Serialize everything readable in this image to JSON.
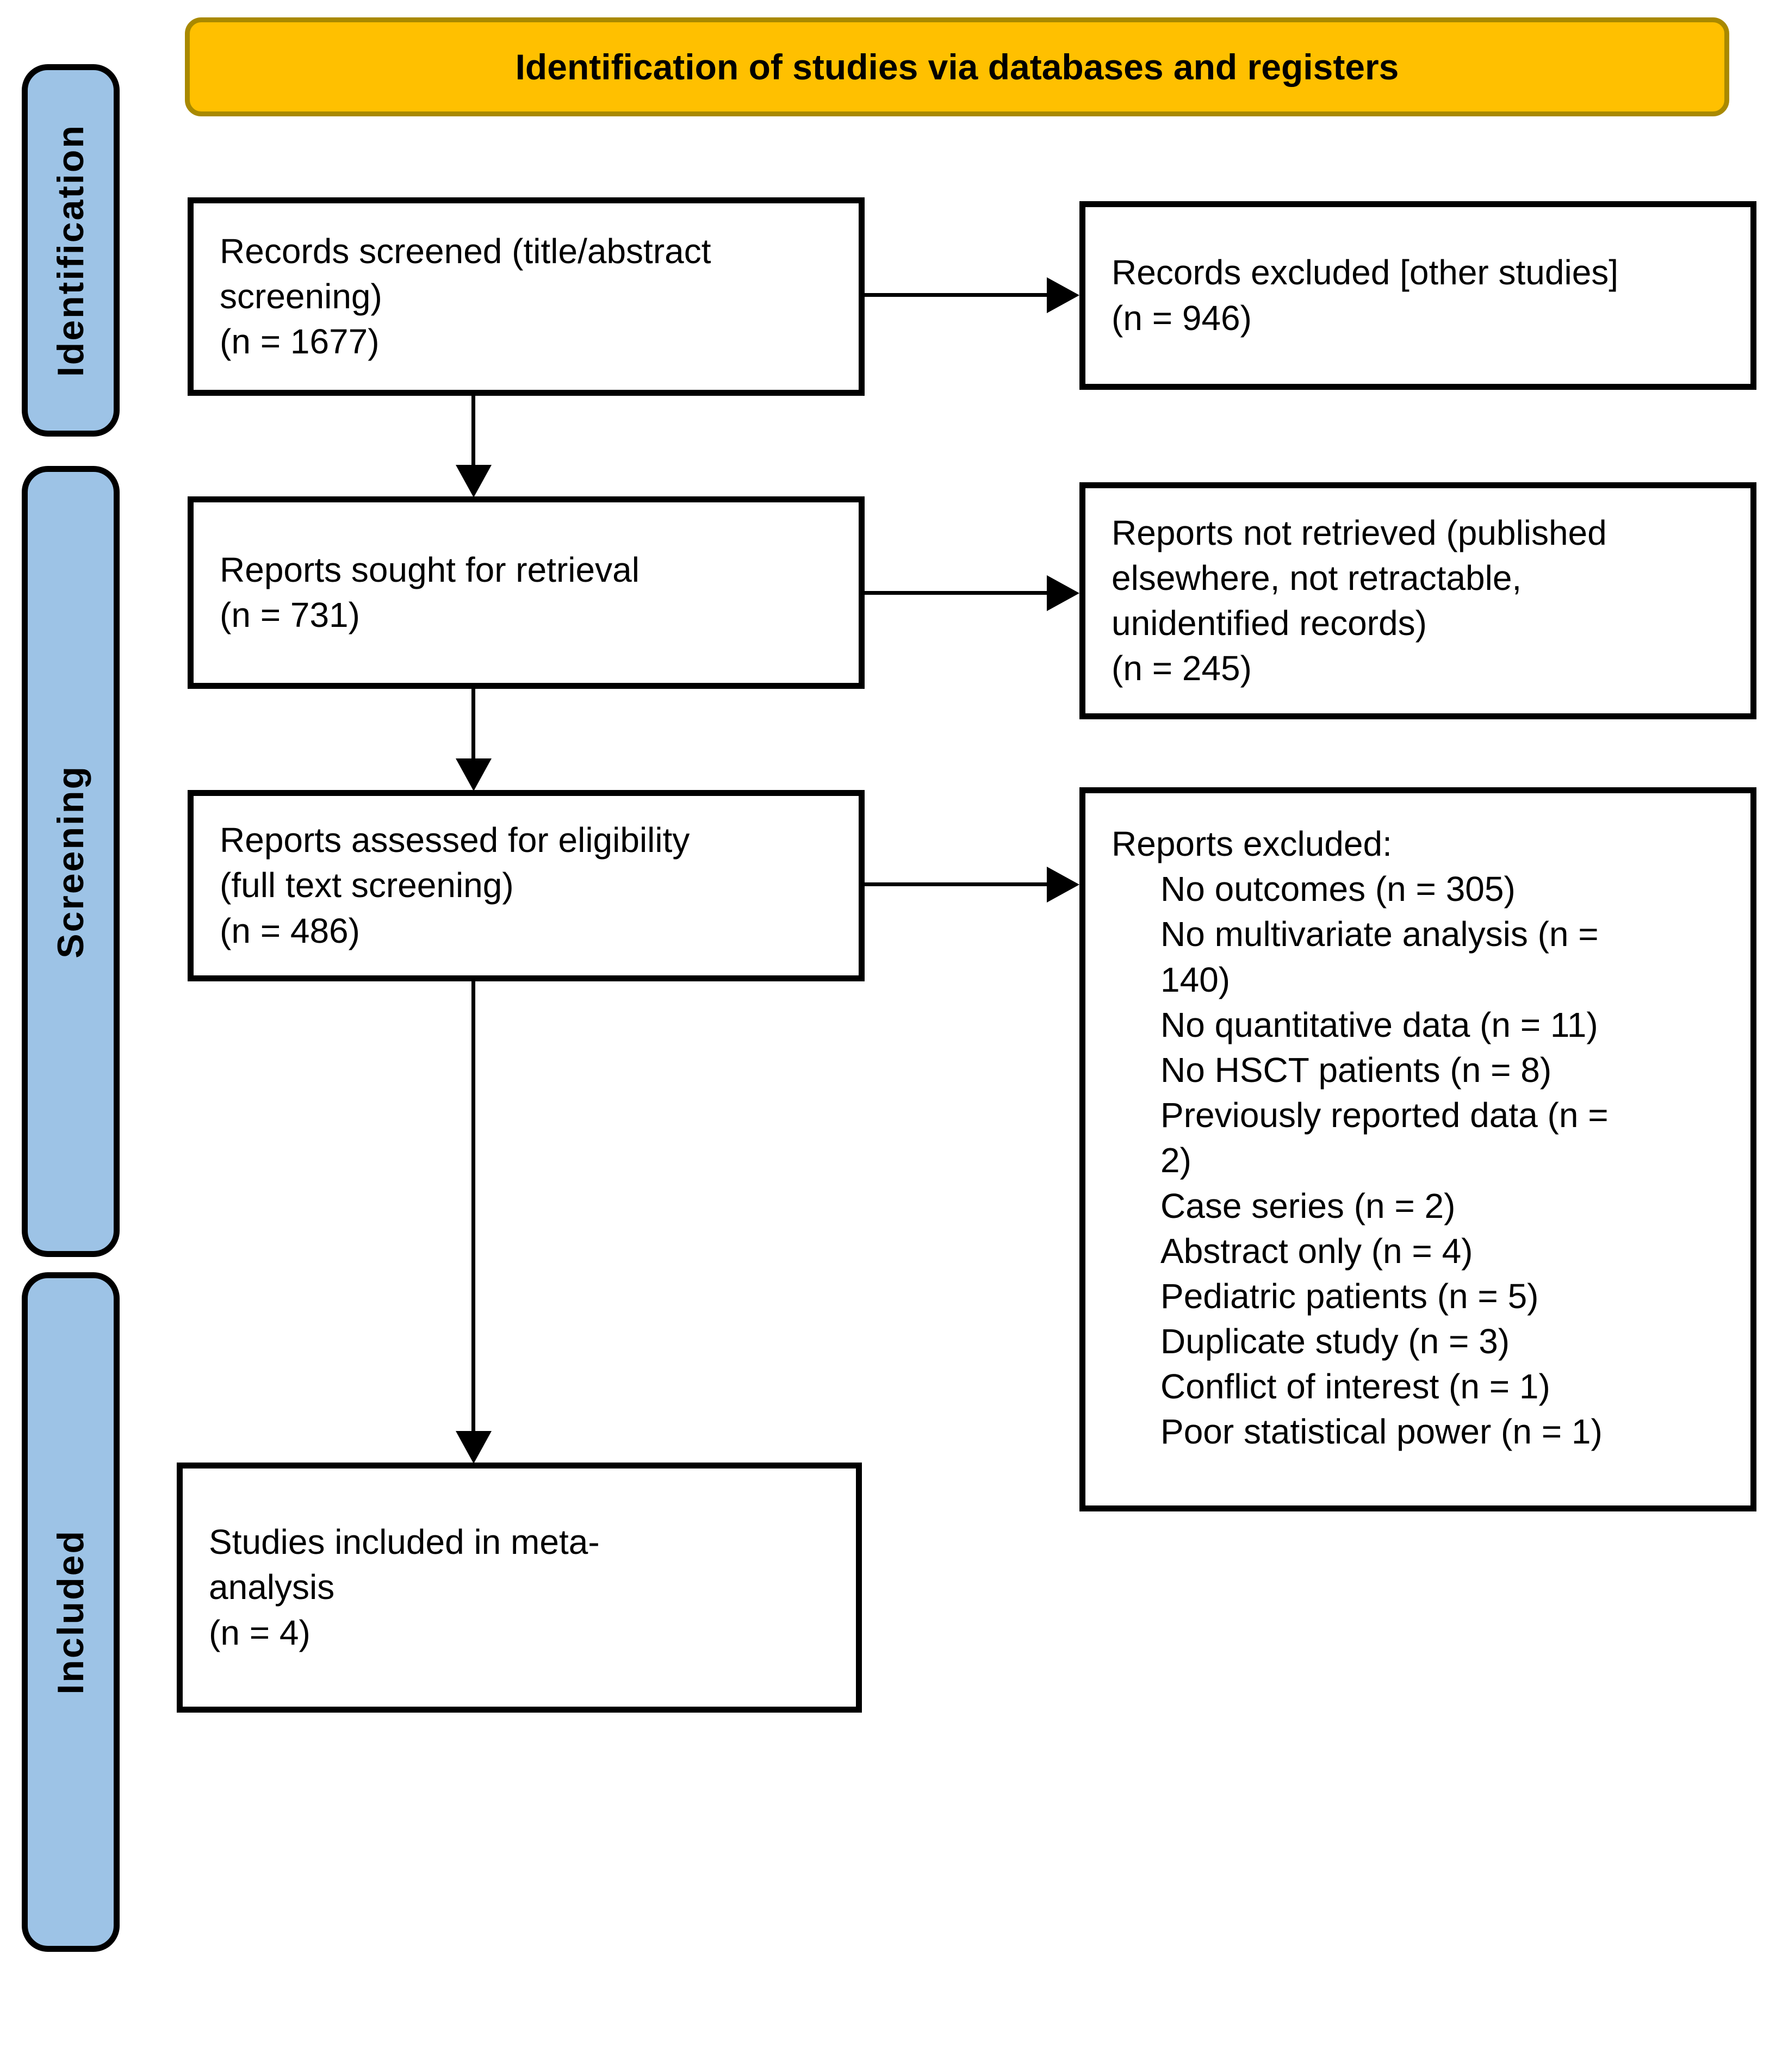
{
  "diagram": {
    "banner": {
      "title": "Identification of studies via databases and registers"
    },
    "stages": [
      {
        "id": "identification",
        "label": "Identification"
      },
      {
        "id": "screening",
        "label": "Screening"
      },
      {
        "id": "included",
        "label": "Included"
      }
    ],
    "boxes": {
      "records_screened": {
        "line1": "Records screened (title/abstract screening)",
        "line2": "(n = 1677)"
      },
      "records_excluded": {
        "line1": "Records excluded [other studies]",
        "line2": "(n = 946)"
      },
      "reports_sought": {
        "line1": "Reports sought for retrieval",
        "line2": "(n = 731)"
      },
      "reports_not_retrieved": {
        "line1": "Reports not retrieved (published elsewhere, not retractable, unidentified records)",
        "line2": "(n = 245)"
      },
      "reports_assessed": {
        "line1": "Reports assessed for eligibility (full text screening)",
        "line2": "(n = 486)"
      },
      "reports_excluded": {
        "heading": "Reports excluded:",
        "items": [
          "No outcomes (n = 305)",
          "No multivariate analysis (n = 140)",
          "No quantitative data (n = 11)",
          "No HSCT patients (n = 8)",
          "Previously reported data (n = 2)",
          "Case series (n = 2)",
          "Abstract only (n = 4)",
          "Pediatric patients (n = 5)",
          "Duplicate study (n = 3)",
          "Conflict of interest (n = 1)",
          "Poor statistical power (n = 1)"
        ]
      },
      "studies_included": {
        "line1": "Studies included in meta-analysis",
        "line2": "(n = 4)"
      }
    },
    "colors": {
      "banner_bg": "#FFC000",
      "banner_border": "#A98900",
      "stage_bg": "#9DC3E6",
      "stage_border": "#000000",
      "box_border": "#000000",
      "arrow": "#000000"
    }
  }
}
